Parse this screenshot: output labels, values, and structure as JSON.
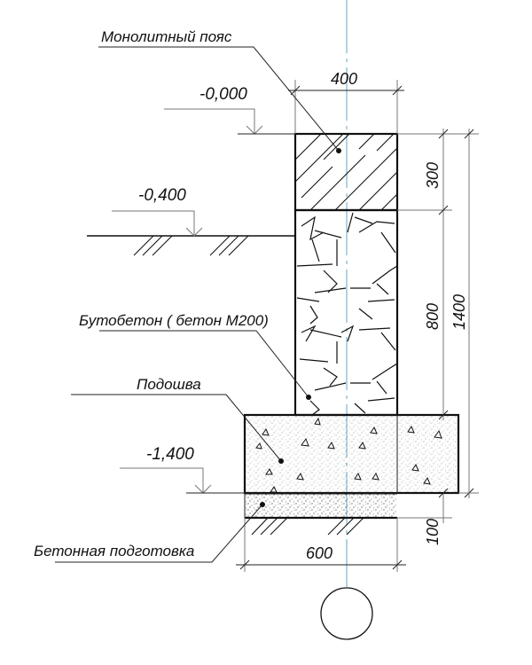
{
  "drawing": {
    "type": "strip foundation cross-section",
    "colors": {
      "line": "#111111",
      "axis": "#7fb3d1",
      "leader": "#222222",
      "background": "#ffffff"
    },
    "labels": {
      "monolithic_belt": "Монолитный пояс",
      "rubble_concrete": "Бутобетон ( бетон М200)",
      "sole": "Подошва",
      "concrete_prep": "Бетонная подготовка"
    },
    "elevations": {
      "top": "-0,000",
      "ground": "-0,400",
      "sole_bottom": "-1,400"
    },
    "dimensions": {
      "pillar_width": "400",
      "belt_height": "300",
      "rubble_height": "800",
      "total_height": "1400",
      "prep_height": "100",
      "sole_width": "600"
    },
    "axis_marker": {
      "label": ""
    }
  }
}
